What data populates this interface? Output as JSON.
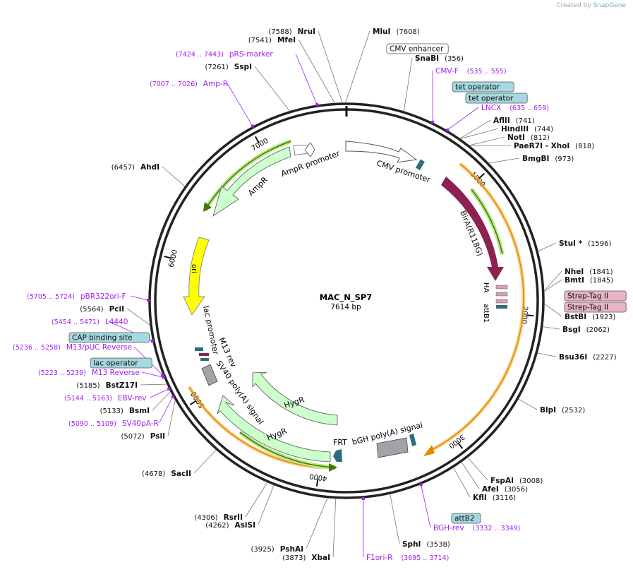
{
  "credit": {
    "prefix": "Created by",
    "brand": "SnapGene"
  },
  "plasmid": {
    "name": "MAC_N_SP7",
    "size": "7614 bp",
    "length": 7614
  },
  "ticks": [
    {
      "pos": 1000,
      "label": "1000"
    },
    {
      "pos": 2000,
      "label": "2000"
    },
    {
      "pos": 3000,
      "label": "3000"
    },
    {
      "pos": 4000,
      "label": "4000"
    },
    {
      "pos": 5000,
      "label": "5000"
    },
    {
      "pos": 6000,
      "label": "6000"
    },
    {
      "pos": 7000,
      "label": "7000"
    }
  ],
  "enzymes": [
    {
      "name": "MluI",
      "pos": "(7608)",
      "bp": 7608
    },
    {
      "name": "NruI",
      "pos": "(7588)",
      "bp": 7588
    },
    {
      "name": "MfeI",
      "pos": "(7541)",
      "bp": 7541
    },
    {
      "name": "SspI",
      "pos": "(7261)",
      "bp": 7261
    },
    {
      "name": "AhdI",
      "pos": "(6457)",
      "bp": 6457
    },
    {
      "name": "SnaBI",
      "pos": "(356)",
      "bp": 356
    },
    {
      "name": "AflII",
      "pos": "(741)",
      "bp": 741
    },
    {
      "name": "HindIII",
      "pos": "(744)",
      "bp": 744
    },
    {
      "name": "NotI",
      "pos": "(812)",
      "bp": 812
    },
    {
      "name": "PaeR7I",
      "name2": "XhoI",
      "pos": "(818)",
      "bp": 818
    },
    {
      "name": "BmgBI",
      "pos": "(973)",
      "bp": 973
    },
    {
      "name": "StuI *",
      "pos": "(1596)",
      "bp": 1596
    },
    {
      "name": "NheI",
      "pos": "(1841)",
      "bp": 1841
    },
    {
      "name": "BmtI",
      "pos": "(1845)",
      "bp": 1845
    },
    {
      "name": "BstBI",
      "pos": "(1923)",
      "bp": 1923
    },
    {
      "name": "BsgI",
      "pos": "(2062)",
      "bp": 2062
    },
    {
      "name": "Bsu36I",
      "pos": "(2227)",
      "bp": 2227
    },
    {
      "name": "BlpI",
      "pos": "(2532)",
      "bp": 2532
    },
    {
      "name": "FspAI",
      "pos": "(3008)",
      "bp": 3008
    },
    {
      "name": "AfeI",
      "pos": "(3056)",
      "bp": 3056
    },
    {
      "name": "KflI",
      "pos": "(3116)",
      "bp": 3116
    },
    {
      "name": "SphI",
      "pos": "(3538)",
      "bp": 3538
    },
    {
      "name": "XbaI",
      "pos": "(3873)",
      "bp": 3873
    },
    {
      "name": "PshAI",
      "pos": "(3925)",
      "bp": 3925
    },
    {
      "name": "AsiSI",
      "pos": "(4262)",
      "bp": 4262
    },
    {
      "name": "RsrII",
      "pos": "(4306)",
      "bp": 4306
    },
    {
      "name": "SacII",
      "pos": "(4678)",
      "bp": 4678
    },
    {
      "name": "PsiI",
      "pos": "(5072)",
      "bp": 5072
    },
    {
      "name": "BsmI",
      "pos": "(5133)",
      "bp": 5133
    },
    {
      "name": "BstZ17I",
      "pos": "(5185)",
      "bp": 5185
    },
    {
      "name": "PciI",
      "pos": "(5564)",
      "bp": 5564
    }
  ],
  "primers": [
    {
      "name": "pRS-marker",
      "range": "(7424 .. 7443)",
      "bp": 7433
    },
    {
      "name": "Amp-R",
      "range": "(7007 .. 7026)",
      "bp": 7016
    },
    {
      "name": "CMV-F",
      "range": "(535 .. 555)",
      "bp": 545
    },
    {
      "name": "LNCX",
      "range": "(635 .. 659)",
      "bp": 647
    },
    {
      "name": "BGH-rev",
      "range": "(3332 .. 3349)",
      "bp": 3340
    },
    {
      "name": "F1ori-R",
      "range": "(3695 .. 3714)",
      "bp": 3704
    },
    {
      "name": "SV40pA-R",
      "range": "(5090 .. 5109)",
      "bp": 5100
    },
    {
      "name": "EBV-rev",
      "range": "(5144 .. 5163)",
      "bp": 5153
    },
    {
      "name": "M13 Reverse",
      "range": "(5223 .. 5239)",
      "bp": 5231
    },
    {
      "name": "M13/pUC Reverse",
      "range": "(5236 .. 5258)",
      "bp": 5247
    },
    {
      "name": "L4440",
      "range": "(5454 .. 5471)",
      "bp": 5462
    },
    {
      "name": "pBR322ori-F",
      "range": "(5705 .. 5724)",
      "bp": 5714
    }
  ],
  "boxed_features": [
    {
      "name": "CMV enhancer",
      "style": "white"
    },
    {
      "name": "tet operator",
      "style": "teal"
    },
    {
      "name": "tet operator",
      "style": "teal"
    },
    {
      "name": "Strep-Tag II",
      "style": "pink"
    },
    {
      "name": "Strep-Tag II",
      "style": "pink"
    },
    {
      "name": "attB2",
      "style": "teal"
    },
    {
      "name": "CAP binding site",
      "style": "teal"
    },
    {
      "name": "lac operator",
      "style": "teal"
    }
  ],
  "feature_labels": {
    "cmv_promoter": "CMV promoter",
    "birA": "BirA(R118G)",
    "ha": "HA",
    "attB1": "attB1",
    "bgh": "bGH poly(A) signal",
    "frt": "FRT",
    "hygr_inner": "HygR",
    "hygr_outer": "HygR",
    "sv40": "SV40 poly(A) signal",
    "m13rev": "M13 rev",
    "lacprom": "lac promoter",
    "ori": "ori",
    "ampr": "AmpR",
    "ampr_promoter": "AmpR promoter"
  },
  "colors": {
    "backbone": "#222222",
    "enzyme": "#111111",
    "primer": "#a020f0",
    "birA": "#8b2252",
    "ori": "#ffff00",
    "hygr": "#ccffcc",
    "ampr": "#ccffcc",
    "orf_orange": "#f5a623",
    "teal_box": "#a6d8e0",
    "pink_box": "#e8b4c8"
  }
}
